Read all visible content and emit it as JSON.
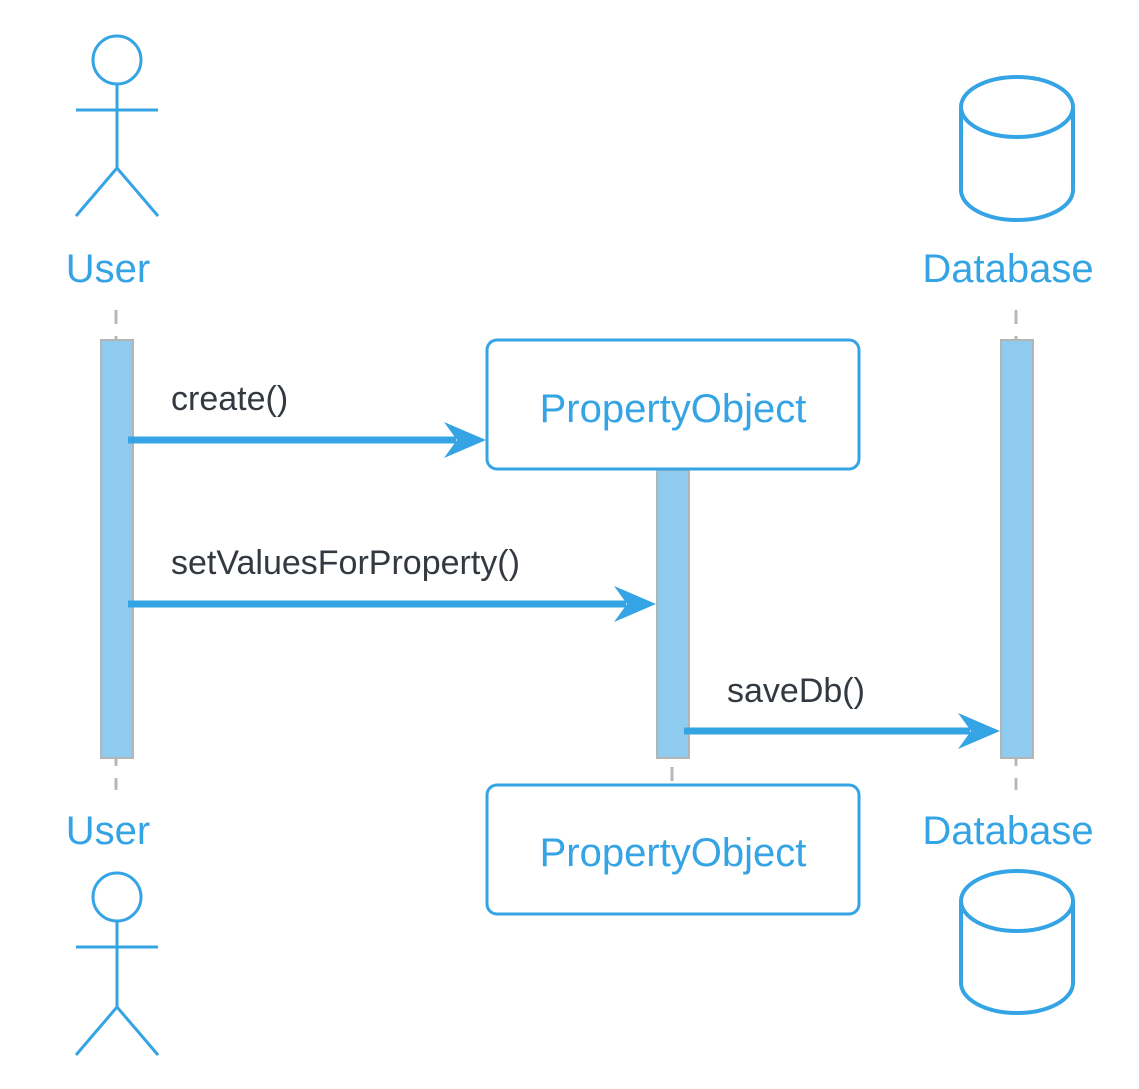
{
  "participants": [
    {
      "id": "user",
      "label": "User",
      "kind": "actor"
    },
    {
      "id": "property_object",
      "label": "PropertyObject",
      "kind": "object"
    },
    {
      "id": "database",
      "label": "Database",
      "kind": "database"
    }
  ],
  "messages": [
    {
      "label": "create()",
      "from": "User",
      "to": "PropertyObject"
    },
    {
      "label": "setValuesForProperty()",
      "from": "User",
      "to": "PropertyObject"
    },
    {
      "label": "saveDb()",
      "from": "PropertyObject",
      "to": "Database"
    }
  ],
  "colors": {
    "accent": "#35a4e4",
    "activation": "#8fcbef",
    "lifeline": "#b8b8b8",
    "message_text": "#333940"
  }
}
